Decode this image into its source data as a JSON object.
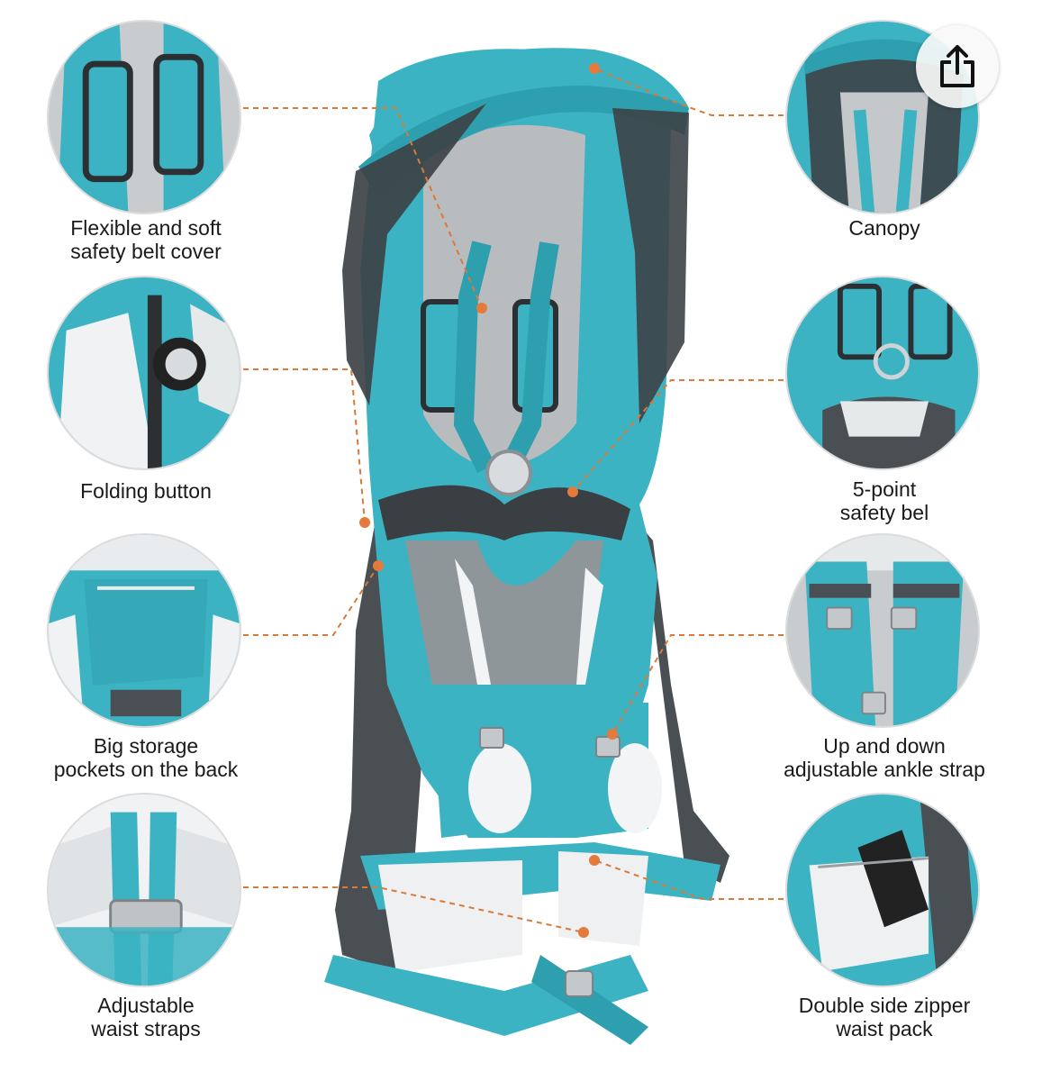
{
  "features": [
    {
      "id": "safety-belt-cover",
      "lines": [
        "Flexible and soft",
        "safety belt cover"
      ]
    },
    {
      "id": "folding-button",
      "lines": [
        "Folding button"
      ]
    },
    {
      "id": "storage-pockets",
      "lines": [
        "Big storage",
        "pockets on the back"
      ]
    },
    {
      "id": "waist-straps",
      "lines": [
        "Adjustable",
        "waist straps"
      ]
    },
    {
      "id": "canopy",
      "lines": [
        "Canopy"
      ]
    },
    {
      "id": "safety-belt",
      "lines": [
        "5-point",
        "safety bel"
      ]
    },
    {
      "id": "ankle-strap",
      "lines": [
        "Up and down",
        "adjustable ankle strap"
      ]
    },
    {
      "id": "waist-pack",
      "lines": [
        "Double side zipper",
        "waist pack"
      ]
    }
  ],
  "share_button": {
    "icon": "share-icon"
  },
  "colors": {
    "teal": "#3bb3c2",
    "teal_dark": "#1f8f9e",
    "mesh": "#3d4247",
    "gray": "#9aa0a4",
    "leader": "#d9793a",
    "white": "#f2f4f5"
  }
}
